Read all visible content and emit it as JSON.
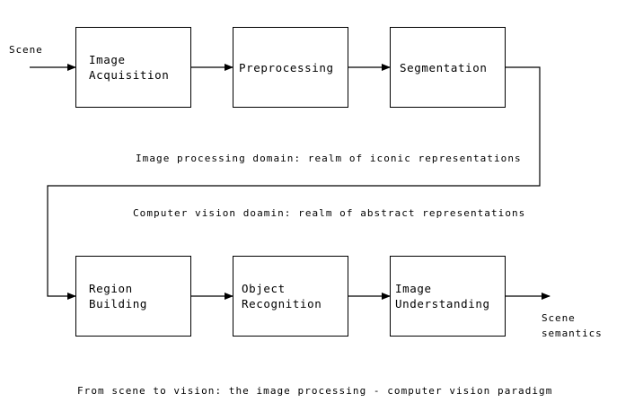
{
  "diagram": {
    "caption": "From scene to vision: the image processing - computer vision paradigm",
    "bands": {
      "top": "Image processing domain: realm of iconic representations",
      "bottom": "Computer vision doamin: realm of abstract representations"
    },
    "io": {
      "input": "Scene",
      "output_line1": "Scene",
      "output_line2": "semantics"
    },
    "nodes": [
      {
        "id": "image-acquisition",
        "line1": "Image",
        "line2": "Acquisition"
      },
      {
        "id": "preprocessing",
        "line1": "Preprocessing",
        "line2": ""
      },
      {
        "id": "segmentation",
        "line1": "Segmentation",
        "line2": ""
      },
      {
        "id": "region-building",
        "line1": "Region",
        "line2": "Building"
      },
      {
        "id": "object-recognition",
        "line1": "Object",
        "line2": "Recognition"
      },
      {
        "id": "image-understanding",
        "line1": "Image",
        "line2": "Understanding"
      }
    ]
  }
}
